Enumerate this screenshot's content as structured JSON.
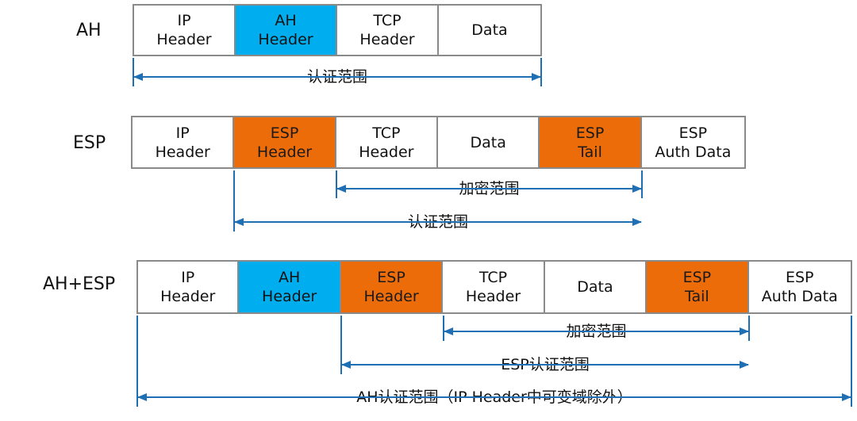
{
  "rows": [
    {
      "label": "AH",
      "cells": [
        {
          "text": "IP\nHeader",
          "kind": "plain"
        },
        {
          "text": "AH\nHeader",
          "kind": "ah"
        },
        {
          "text": "TCP\nHeader",
          "kind": "plain"
        },
        {
          "text": "Data",
          "kind": "plain"
        }
      ],
      "ranges": [
        {
          "label": "认证范围"
        }
      ]
    },
    {
      "label": "ESP",
      "cells": [
        {
          "text": "IP\nHeader",
          "kind": "plain"
        },
        {
          "text": "ESP\nHeader",
          "kind": "esp"
        },
        {
          "text": "TCP\nHeader",
          "kind": "plain"
        },
        {
          "text": "Data",
          "kind": "plain"
        },
        {
          "text": "ESP\nTail",
          "kind": "esp"
        },
        {
          "text": "ESP\nAuth Data",
          "kind": "plain"
        }
      ],
      "ranges": [
        {
          "label": "加密范围"
        },
        {
          "label": "认证范围"
        }
      ]
    },
    {
      "label": "AH+ESP",
      "cells": [
        {
          "text": "IP\nHeader",
          "kind": "plain"
        },
        {
          "text": "AH\nHeader",
          "kind": "ah"
        },
        {
          "text": "ESP\nHeader",
          "kind": "esp"
        },
        {
          "text": "TCP\nHeader",
          "kind": "plain"
        },
        {
          "text": "Data",
          "kind": "plain"
        },
        {
          "text": "ESP\nTail",
          "kind": "esp"
        },
        {
          "text": "ESP\nAuth Data",
          "kind": "plain"
        }
      ],
      "ranges": [
        {
          "label": "加密范围"
        },
        {
          "label": "ESP认证范围"
        },
        {
          "label": "AH认证范围（IP Header中可变域除外）"
        }
      ]
    }
  ],
  "colors": {
    "ah_header": "#00aeef",
    "esp_part": "#ed6c0a",
    "arrow": "#1f6fb5",
    "border": "#8a8a8a"
  }
}
